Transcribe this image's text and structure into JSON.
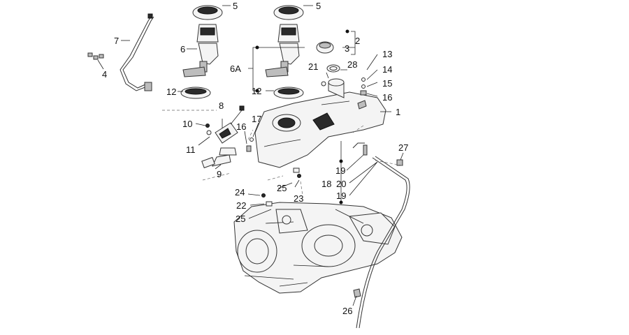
{
  "labels": {
    "l1": "1",
    "l2": "2",
    "l3": "3",
    "l4": "4",
    "l5a": "5",
    "l5b": "5",
    "l6": "6",
    "l6A": "6A",
    "l7": "7",
    "l8": "8",
    "l9": "9",
    "l10": "10",
    "l11": "11",
    "l12a": "12",
    "l12b": "12",
    "l13": "13",
    "l14": "14",
    "l15": "15",
    "l16a": "16",
    "l16b": "16",
    "l17": "17",
    "l18": "18",
    "l19a": "19",
    "l19b": "19",
    "l20": "20",
    "l21": "21",
    "l22": "22",
    "l23": "23",
    "l24": "24",
    "l25a": "25",
    "l25b": "25",
    "l26": "26",
    "l27": "27",
    "l28": "28"
  },
  "colors": {
    "line": "#222222",
    "part_fill": "#f4f4f4",
    "dark_part": "#2a2a2a",
    "background": "#ffffff"
  }
}
